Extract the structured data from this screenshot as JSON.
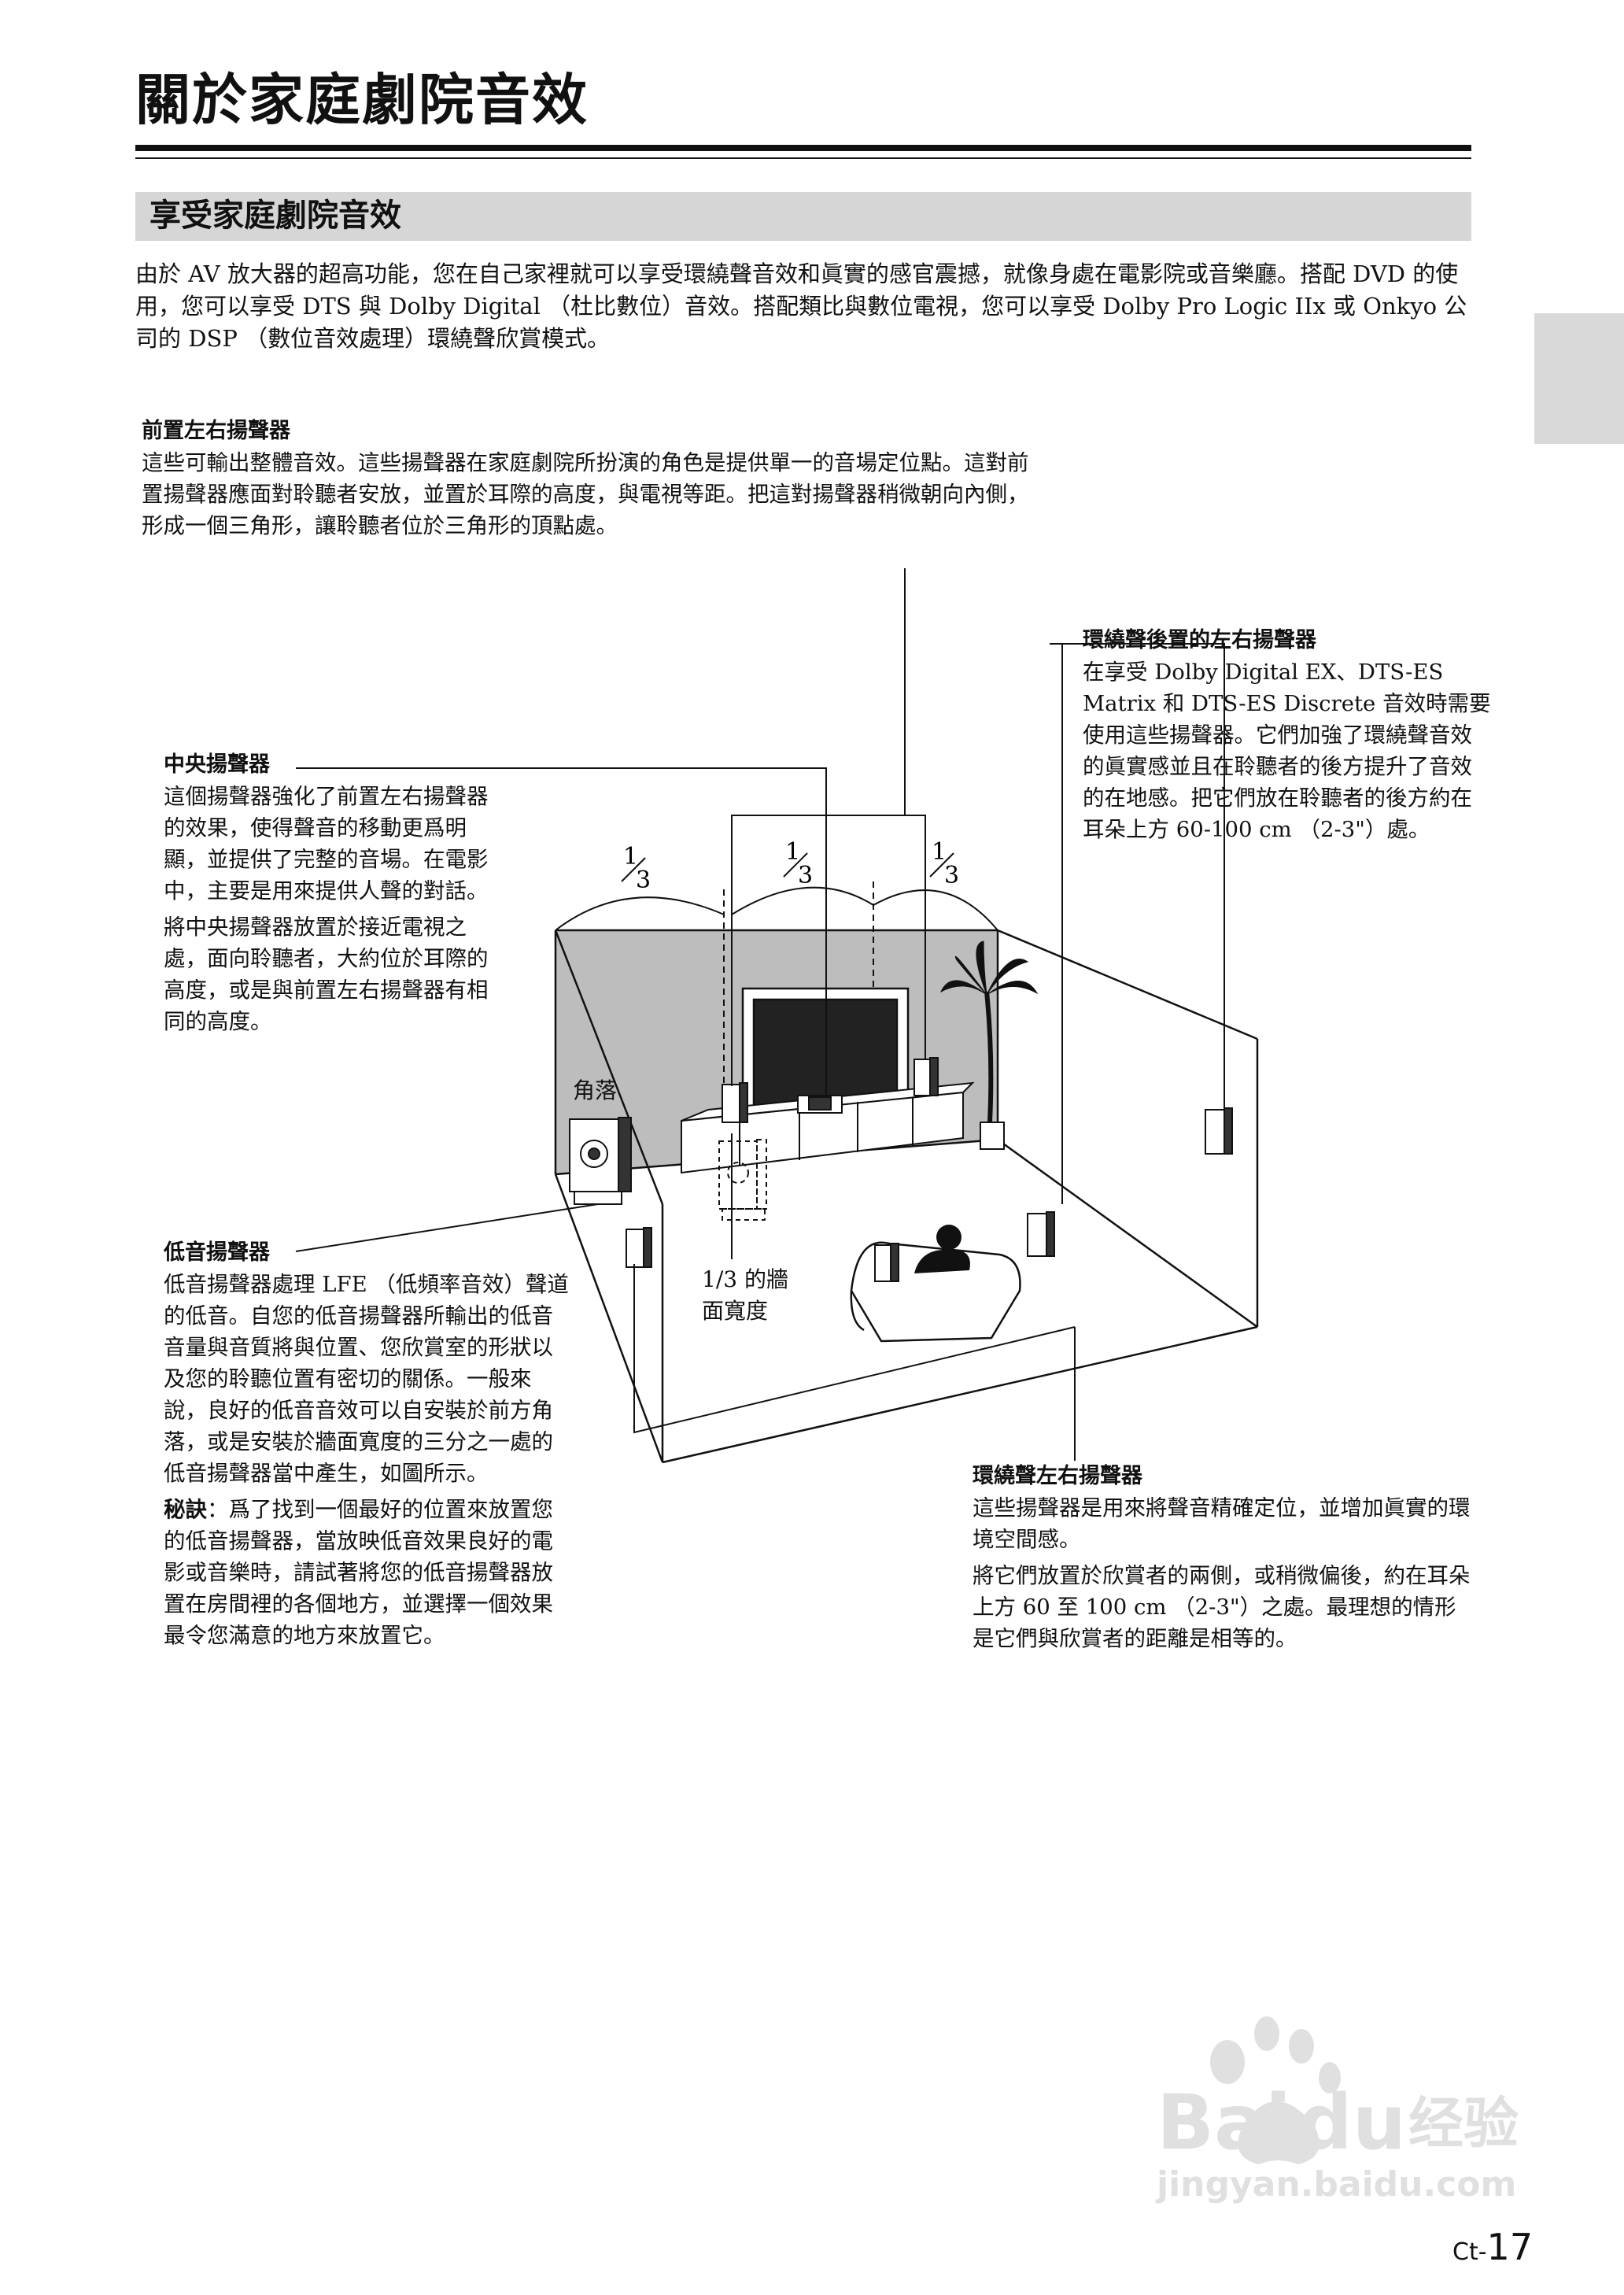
{
  "page": {
    "title": "關於家庭劇院音效",
    "section_title": "享受家庭劇院音效",
    "intro": "由於 AV 放大器的超高功能，您在自己家裡就可以享受環繞聲音效和眞實的感官震撼，就像身處在電影院或音樂廳。搭配 DVD 的使用，您可以享受 DTS 與 Dolby Digital （杜比數位）音效。搭配類比與數位電視，您可以享受 Dolby Pro Logic IIx 或 Onkyo 公司的 DSP （數位音效處理）環繞聲欣賞模式。",
    "page_number_prefix": "Ct-",
    "page_number": "17"
  },
  "front_speakers": {
    "heading": "前置左右揚聲器",
    "text": "這些可輸出整體音效。這些揚聲器在家庭劇院所扮演的角色是提供單一的音場定位點。這對前置揚聲器應面對聆聽者安放，並置於耳際的高度，與電視等距。把這對揚聲器稍微朝向內側，形成一個三角形，讓聆聽者位於三角形的頂點處。"
  },
  "surround_back_speakers": {
    "heading": "環繞聲後置的左右揚聲器",
    "text": "在享受 Dolby Digital EX、DTS-ES Matrix 和 DTS-ES Discrete 音效時需要使用這些揚聲器。它們加強了環繞聲音效的眞實感並且在聆聽者的後方提升了音效的在地感。把它們放在聆聽者的後方約在耳朵上方 60-100 cm （2-3\"）處。"
  },
  "center_speaker": {
    "heading": "中央揚聲器",
    "text1": "這個揚聲器強化了前置左右揚聲器的效果，使得聲音的移動更爲明顯，並提供了完整的音場。在電影中，主要是用來提供人聲的對話。",
    "text2": "將中央揚聲器放置於接近電視之處，面向聆聽者，大約位於耳際的高度，或是與前置左右揚聲器有相同的高度。"
  },
  "subwoofer": {
    "heading": "低音揚聲器",
    "text1": "低音揚聲器處理 LFE （低頻率音效）聲道的低音。自您的低音揚聲器所輸出的低音音量與音質將與位置、您欣賞室的形狀以及您的聆聽位置有密切的關係。一般來說，良好的低音音效可以自安裝於前方角落，或是安裝於牆面寬度的三分之一處的低音揚聲器當中產生，如圖所示。",
    "tip_label": "秘訣",
    "tip_text": "：爲了找到一個最好的位置來放置您的低音揚聲器，當放映低音效果良好的電影或音樂時，請試著將您的低音揚聲器放置在房間裡的各個地方，並選擇一個效果最令您滿意的地方來放置它。"
  },
  "surround_speakers": {
    "heading": "環繞聲左右揚聲器",
    "text1": "這些揚聲器是用來將聲音精確定位，並增加眞實的環境空間感。",
    "text2": "將它們放置於欣賞者的兩側，或稍微偏後，約在耳朵上方 60 至 100 cm （2-3\"）之處。最理想的情形是它們與欣賞者的距離是相等的。"
  },
  "diagram": {
    "corner_label": "角落",
    "wall_label": "1/3 的牆面寬度",
    "third_numerator": "1",
    "third_denominator": "3"
  },
  "watermark": {
    "logo": "Bai du 经验",
    "url": "jingyan.baidu.com"
  }
}
